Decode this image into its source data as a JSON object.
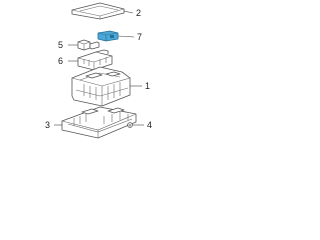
{
  "diagram": {
    "callouts": [
      {
        "id": "c2",
        "number": "2"
      },
      {
        "id": "c7",
        "number": "7"
      },
      {
        "id": "c5",
        "number": "5"
      },
      {
        "id": "c6",
        "number": "6"
      },
      {
        "id": "c1",
        "number": "1"
      },
      {
        "id": "c3",
        "number": "3"
      },
      {
        "id": "c4",
        "number": "4"
      }
    ],
    "colors": {
      "line": "#555555",
      "highlight_part": "#4aa8d8",
      "background": "#ffffff"
    }
  }
}
